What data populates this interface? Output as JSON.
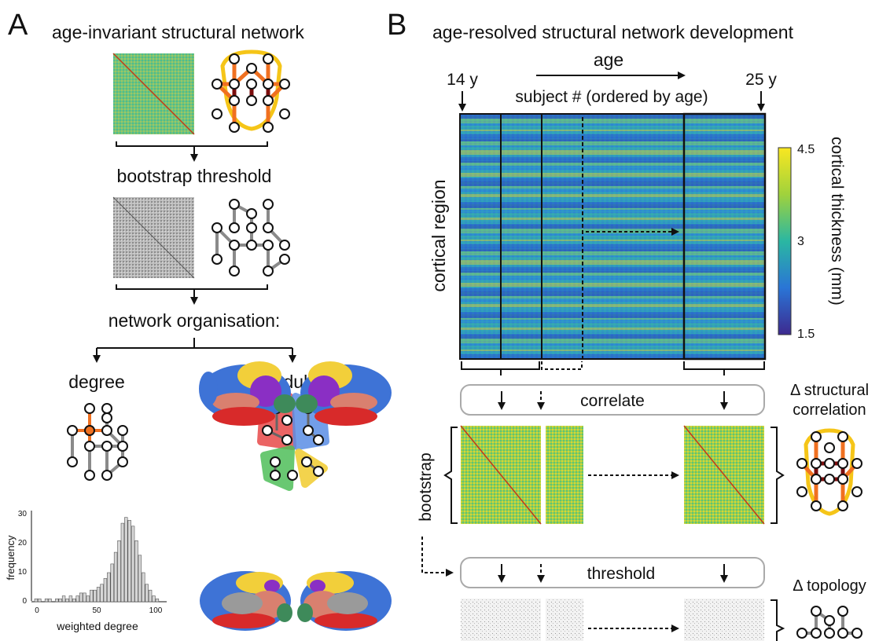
{
  "panel_a": {
    "letter": "A",
    "title": "age-invariant structural network",
    "bootstrap_label": "bootstrap threshold",
    "organisation_label": "network organisation:",
    "degree_label": "degree",
    "modules_label": "modules",
    "histogram": {
      "ylabel": "frequency",
      "xlabel": "weighted degree",
      "yticks": [
        "0",
        "10",
        "20",
        "30"
      ],
      "xticks": [
        "0",
        "50",
        "100"
      ]
    }
  },
  "panel_b": {
    "letter": "B",
    "title": "age-resolved structural network development",
    "age_label": "age",
    "age_start": "14 y",
    "age_end": "25 y",
    "subject_label": "subject # (ordered by age)",
    "region_label": "cortical region",
    "colorbar": {
      "label": "cortical thickness (mm)",
      "ticks": [
        "4.5",
        "3",
        "1.5"
      ],
      "colors": [
        "#f9e721",
        "#30b5a5",
        "#2a6fdb",
        "#3d2f9b"
      ]
    },
    "correlate_label": "correlate",
    "threshold_label": "threshold",
    "bootstrap_side": "bootstrap",
    "delta_corr_line1": "Δ structural",
    "delta_corr_line2": "correlation",
    "delta_topology": "Δ topology"
  },
  "node_colors": {
    "orange": "#f07020",
    "red": "#c0181a",
    "yellow": "#f5c518",
    "gray": "#8a8a8a",
    "dark_red": "#7a0c0c"
  },
  "module_colors": [
    "#e84a4a",
    "#5a8ee6",
    "#4fbf5a",
    "#f2cf3a"
  ]
}
